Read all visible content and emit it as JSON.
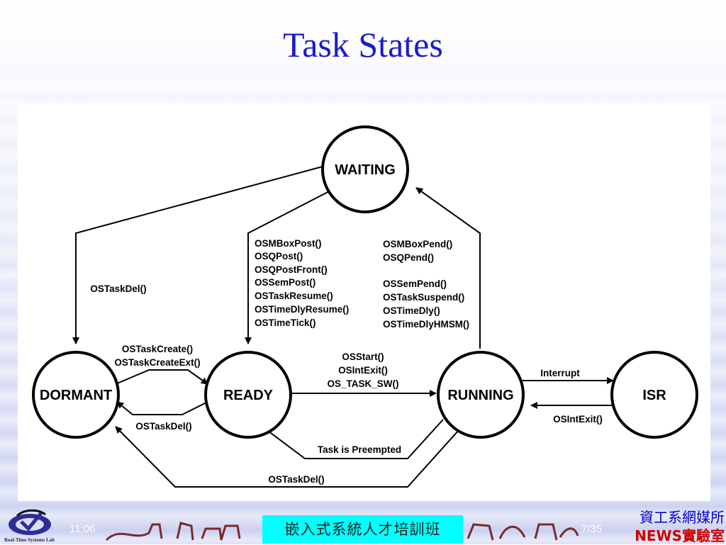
{
  "title": "Task States",
  "diagram": {
    "nodes": {
      "waiting": "WAITING",
      "dormant": "DORMANT",
      "ready": "READY",
      "running": "RUNNING",
      "isr": "ISR"
    },
    "edges": {
      "waiting_to_dormant": "OSTaskDel()",
      "dormant_to_ready": [
        "OSTaskCreate()",
        "OSTaskCreateExt()"
      ],
      "ready_to_dormant": "OSTaskDel()",
      "ready_to_running": [
        "OSStart()",
        "OSIntExit()",
        "OS_TASK_SW()"
      ],
      "running_to_ready": "Task is Preempted",
      "running_to_dormant": "OSTaskDel()",
      "running_to_isr": "Interrupt",
      "isr_to_running": "OSIntExit()",
      "waiting_to_ready": [
        "OSMBoxPost()",
        "OSQPost()",
        "OSQPostFront()",
        "OSSemPost()",
        "OSTaskResume()",
        "OSTimeDlyResume()",
        "OSTimeTick()"
      ],
      "running_to_waiting": [
        "OSMBoxPend()",
        "OSQPend()",
        "",
        "OSSemPend()",
        "OSTaskSuspend()",
        "OSTimeDly()",
        "OSTimeDlyHMSM()"
      ]
    }
  },
  "footer": {
    "time": "11:06",
    "course": "嵌入式系統人才培訓班",
    "page": "7/35",
    "institute": "資工系網媒所",
    "lab": "NEWS實驗室",
    "lab_logo_caption": "Real-Time Systems Lab"
  }
}
